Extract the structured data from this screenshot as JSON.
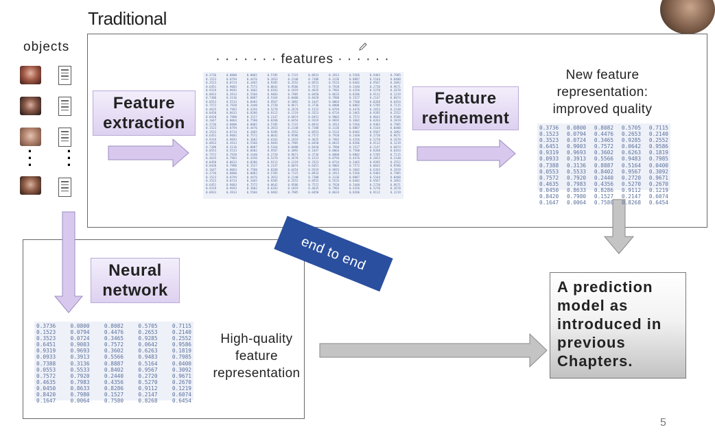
{
  "title": "Traditional",
  "objects_label": "objects",
  "features_label": "· · · · · · · features · · · · · ·",
  "feature_extraction": "Feature extraction",
  "feature_refinement": "Feature refinement",
  "new_feature_text": "New feature representation: improved quality",
  "neural_network": "Neural network",
  "high_quality_text": "High-quality feature representation",
  "end_to_end": "end to end",
  "prediction_text": "A prediction model as introduced in previous Chapters.",
  "page_number": "5",
  "colors": {
    "purple_fill": "#ddd1f0",
    "arrow_purple": "#d8c8ee",
    "arrow_gray": "#bdbdbd",
    "badge_blue": "#2a4f9e",
    "matrix_bg": "#eef1f8"
  },
  "icons": {
    "face": "face-photo-icon",
    "document": "document-icon",
    "pencil": "pencil-icon"
  },
  "small_matrix": [
    [
      "0.3736",
      "0.0800",
      "0.8082",
      "0.5705",
      "0.7115"
    ],
    [
      "0.1523",
      "0.0794",
      "0.4476",
      "0.2653",
      "0.2140"
    ],
    [
      "0.3523",
      "0.0724",
      "0.3465",
      "0.9285",
      "0.2552"
    ],
    [
      "0.6451",
      "0.9003",
      "0.7572",
      "0.0642",
      "0.9586"
    ],
    [
      "0.9319",
      "0.9693",
      "0.3602",
      "0.6263",
      "0.1819"
    ],
    [
      "0.0933",
      "0.3913",
      "0.5566",
      "0.9483",
      "0.7985"
    ],
    [
      "0.7388",
      "0.3136",
      "0.8887",
      "0.5164",
      "0.0400"
    ],
    [
      "0.0553",
      "0.5533",
      "0.8402",
      "0.9567",
      "0.3092"
    ],
    [
      "0.7572",
      "0.7920",
      "0.2440",
      "0.2720",
      "0.9671"
    ],
    [
      "0.4635",
      "0.7983",
      "0.4356",
      "0.5270",
      "0.2670"
    ],
    [
      "0.0450",
      "0.8633",
      "0.8286",
      "0.9112",
      "0.1219"
    ],
    [
      "0.8420",
      "0.7980",
      "0.1527",
      "0.2147",
      "0.6074"
    ],
    [
      "0.1647",
      "0.0064",
      "0.7580",
      "0.8268",
      "0.6454"
    ]
  ]
}
